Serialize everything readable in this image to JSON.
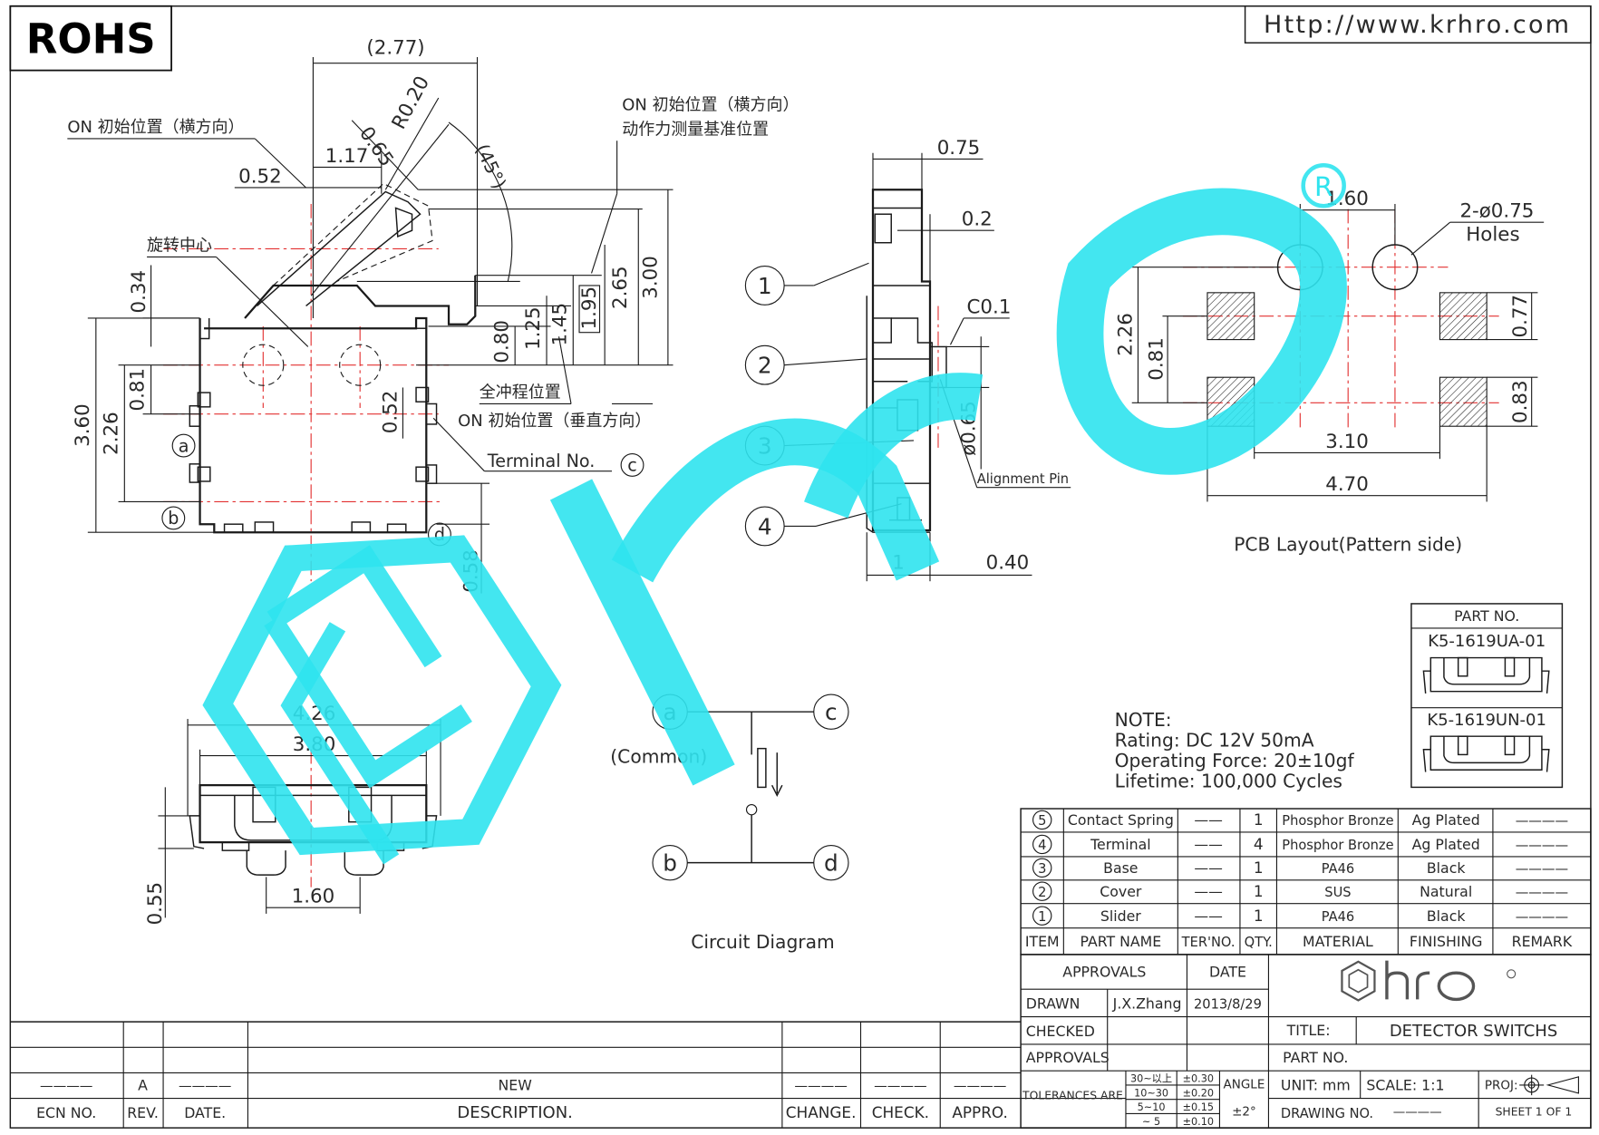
{
  "header": {
    "rohs": "ROHS",
    "url": "Http://www.krhro.com"
  },
  "front_view": {
    "dims": {
      "d277": "(2.77)",
      "r020": "R0.20",
      "d065": "0.65",
      "a45": "(45°)",
      "d117": "1.17",
      "d052": "0.52",
      "d034": "0.34",
      "d360": "3.60",
      "d226": "2.26",
      "d081": "0.81",
      "d080": "0.80",
      "d125": "1.25",
      "d145": "1.45",
      "d195": "1.95",
      "d265": "2.65",
      "d300": "3.00",
      "d052b": "0.52",
      "d058": "0.58"
    },
    "labels": {
      "on_init_h1": "ON 初始位置（横方向）",
      "on_init_h2": "ON 初始位置（横方向）",
      "force_ref": "动作力测量基准位置",
      "rot_center": "旋转中心",
      "full_travel": "全冲程位置",
      "on_init_v": "ON 初始位置（垂直方向）",
      "terminal_no": "Terminal No."
    },
    "terminals": {
      "a": "a",
      "b": "b",
      "c": "c",
      "d": "d"
    }
  },
  "side_view": {
    "dims": {
      "d075": "0.75",
      "d02": "0.2",
      "c01": "C0.1",
      "phi065": "ø0.65",
      "d1": "1",
      "d040": "0.40"
    },
    "callouts": [
      "1",
      "2",
      "3",
      "4"
    ],
    "alignment_pin": "Alignment Pin"
  },
  "pcb_layout": {
    "dims": {
      "d160": "1.60",
      "holes_qty": "2-ø0.75",
      "holes": "Holes",
      "d226": "2.26",
      "d081": "0.81",
      "d077": "0.77",
      "d083": "0.83",
      "d310": "3.10",
      "d470": "4.70"
    },
    "caption": "PCB Layout(Pattern side)",
    "registered": "R"
  },
  "bottom_view": {
    "dims": {
      "d426": "4.26",
      "d380": "3.80",
      "d160": "1.60",
      "d055": "0.55"
    }
  },
  "circuit": {
    "caption": "Circuit Diagram",
    "common": "(Common)",
    "nodes": {
      "a": "a",
      "b": "b",
      "c": "c",
      "d": "d"
    }
  },
  "parts": {
    "header": "PART NO.",
    "items": [
      "K5-1619UA-01",
      "K5-1619UN-01"
    ]
  },
  "note": {
    "title": "NOTE:",
    "rating": "Rating: DC 12V 50mA",
    "force": "Operating Force: 20±10gf",
    "life": "Lifetime:   100,000 Cycles"
  },
  "bom": {
    "rows": [
      {
        "item": "5",
        "name": "Contact Spring",
        "ter": "——",
        "qty": "1",
        "material": "Phosphor Bronze",
        "finish": "Ag Plated",
        "remark": "————"
      },
      {
        "item": "4",
        "name": "Terminal",
        "ter": "——",
        "qty": "4",
        "material": "Phosphor Bronze",
        "finish": "Ag Plated",
        "remark": "————"
      },
      {
        "item": "3",
        "name": "Base",
        "ter": "——",
        "qty": "1",
        "material": "PA46",
        "finish": "Black",
        "remark": "————"
      },
      {
        "item": "2",
        "name": "Cover",
        "ter": "——",
        "qty": "1",
        "material": "SUS",
        "finish": "Natural",
        "remark": "————"
      },
      {
        "item": "1",
        "name": "Slider",
        "ter": "——",
        "qty": "1",
        "material": "PA46",
        "finish": "Black",
        "remark": "————"
      }
    ],
    "headers": {
      "item": "ITEM",
      "name": "PART NAME",
      "ter": "TER'NO.",
      "qty": "QTY.",
      "material": "MATERIAL",
      "finish": "FINISHING",
      "remark": "REMARK"
    }
  },
  "title_block": {
    "approvals_h": "APPROVALS",
    "date_h": "DATE",
    "drawn": "DRAWN",
    "drawn_by": "J.X.Zhang",
    "drawn_date": "2013/8/29",
    "checked": "CHECKED",
    "approvals": "APPROVALS",
    "title_label": "TITLE:",
    "title": "DETECTOR SWITCHS",
    "part_no_label": "PART NO.",
    "tolerances": "TOLERANCES ARE",
    "tol_ranges": [
      "30~以上",
      "10~30",
      "5~10",
      "~ 5"
    ],
    "tol_values": [
      "±0.30",
      "±0.20",
      "±0.15",
      "±0.10"
    ],
    "angle": "ANGLE",
    "angle_tol": "±2°",
    "unit": "UNIT: mm",
    "scale": "SCALE:   1:1",
    "proj": "PROJ:",
    "drawing_no": "DRAWING NO.",
    "drawing_no_val": "————",
    "sheet": "SHEET   1 OF 1"
  },
  "revision": {
    "ecn_val": "————",
    "rev_val": "A",
    "date_val": "————",
    "desc_val": "NEW",
    "change_val": "————",
    "check_val": "————",
    "appro_val": "————",
    "h_ecn": "ECN NO.",
    "h_rev": "REV.",
    "h_date": "DATE.",
    "h_desc": "DESCRIPTION.",
    "h_change": "CHANGE.",
    "h_check": "CHECK.",
    "h_appro": "APPRO."
  }
}
